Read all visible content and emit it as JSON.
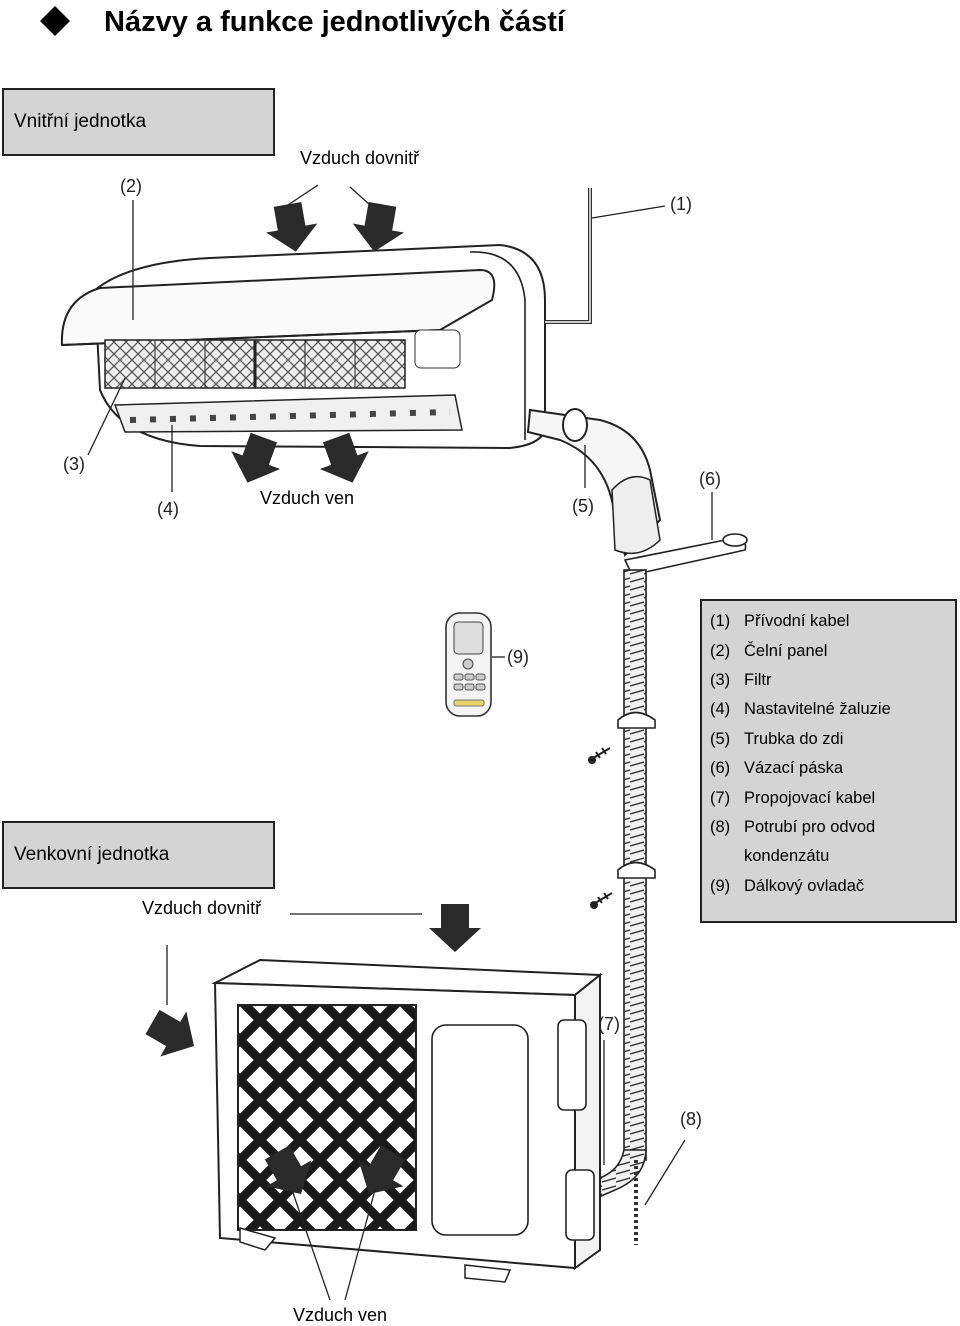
{
  "title": "Názvy a funkce jednotlivých částí",
  "indoor_unit_label": "Vnitřní jednotka",
  "outdoor_unit_label": "Venkovní jednotka",
  "air_labels": {
    "indoor_air_in": "Vzduch dovnitř",
    "indoor_air_out": "Vzduch ven",
    "outdoor_air_in": "Vzduch dovnitř",
    "outdoor_air_out": "Vzduch ven"
  },
  "callouts": [
    "(1)",
    "(2)",
    "(3)",
    "(4)",
    "(5)",
    "(6)",
    "(7)",
    "(8)",
    "(9)"
  ],
  "legend": [
    {
      "num": "(1)",
      "text": "Přívodní kabel"
    },
    {
      "num": "(2)",
      "text": "Čelní panel"
    },
    {
      "num": "(3)",
      "text": "Filtr"
    },
    {
      "num": "(4)",
      "text": "Nastavitelné žaluzie"
    },
    {
      "num": "(5)",
      "text": "Trubka do zdi"
    },
    {
      "num": "(6)",
      "text": "Vázací páska"
    },
    {
      "num": "(7)",
      "text": "Propojovací kabel"
    },
    {
      "num": "(8)",
      "text": "Potrubí pro odvod",
      "cont": "kondenzátu"
    },
    {
      "num": "(9)",
      "text": "Dálkový ovladač"
    }
  ]
}
